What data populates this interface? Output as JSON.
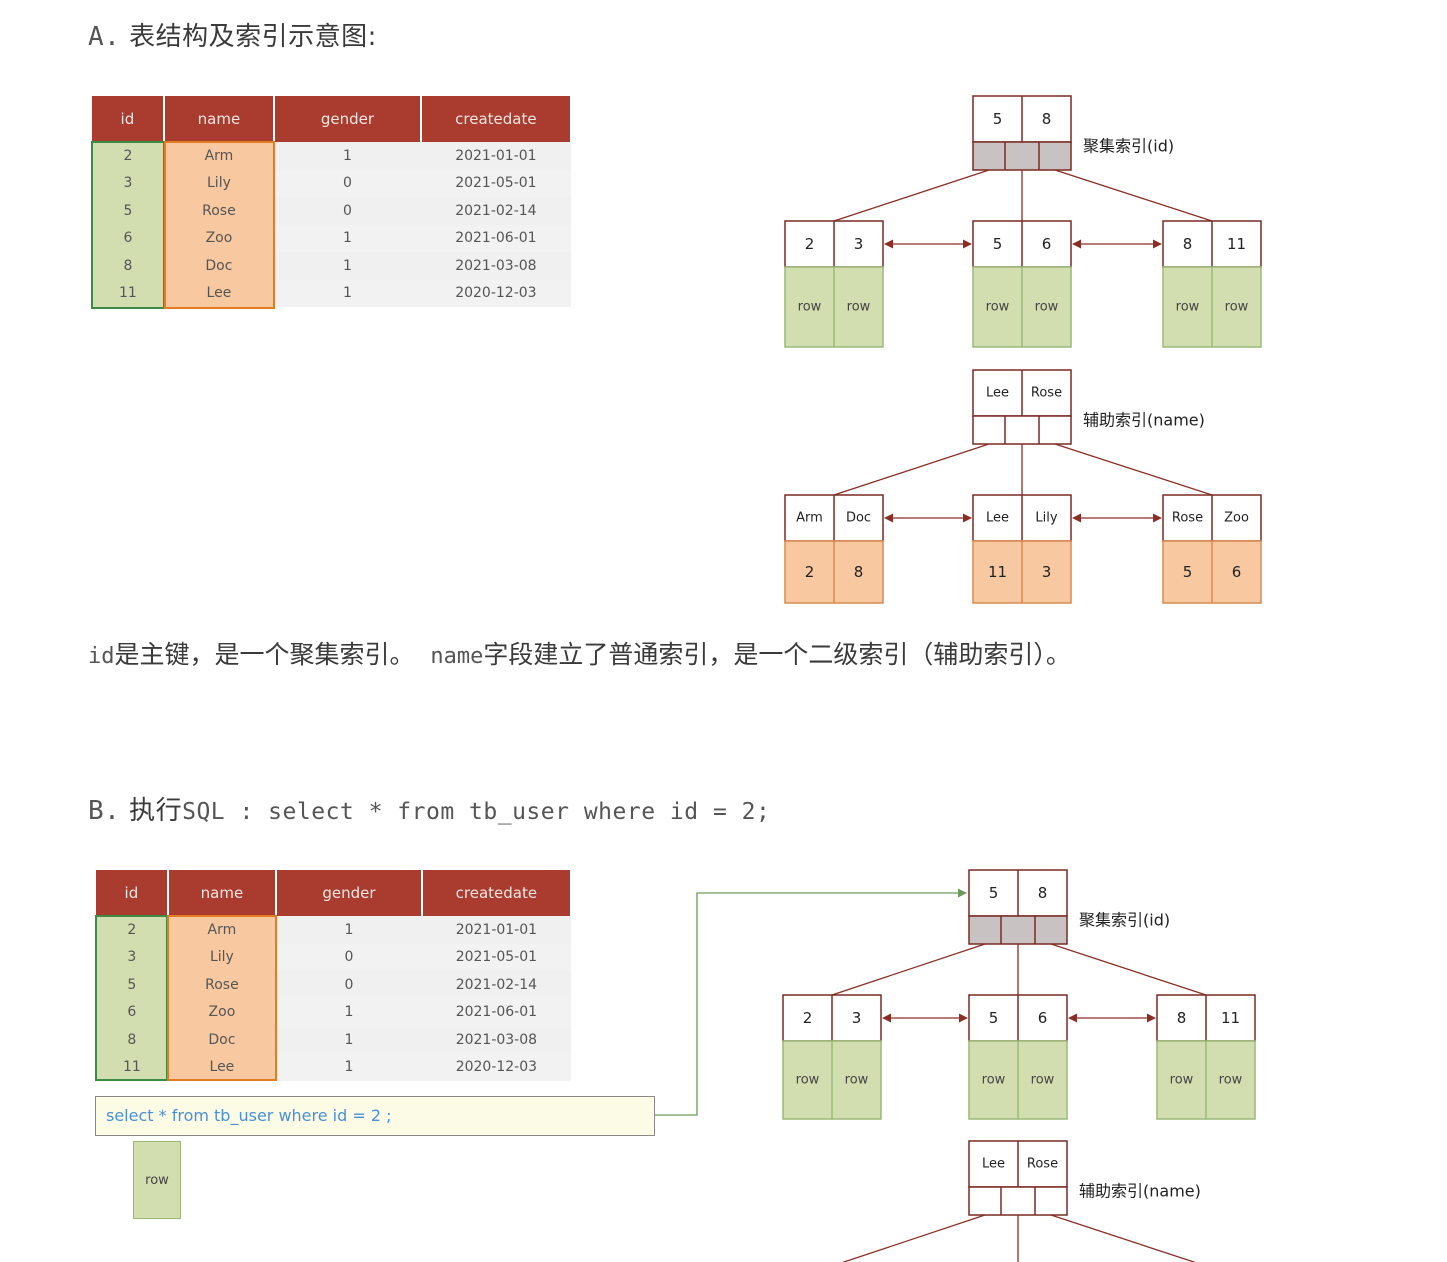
{
  "section_a": {
    "label": "A.",
    "title": "表结构及索引示意图:"
  },
  "paragraph": {
    "part1_code": "id",
    "part1_text": "是主键，是一个聚集索引。",
    "part2_code": "name",
    "part2_text": "字段建立了普通索引，是一个二级索引（辅助索引）。"
  },
  "section_b": {
    "label": "B.",
    "title_text": "执行",
    "title_code": "SQL : select * from tb_user where id = 2;"
  },
  "table": {
    "headers": [
      "id",
      "name",
      "gender",
      "createdate"
    ],
    "rows": [
      [
        "2",
        "Arm",
        "1",
        "2021-01-01"
      ],
      [
        "3",
        "Lily",
        "0",
        "2021-05-01"
      ],
      [
        "5",
        "Rose",
        "0",
        "2021-02-14"
      ],
      [
        "6",
        "Zoo",
        "1",
        "2021-06-01"
      ],
      [
        "8",
        "Doc",
        "1",
        "2021-03-08"
      ],
      [
        "11",
        "Lee",
        "1",
        "2020-12-03"
      ]
    ]
  },
  "clustered_index": {
    "label": "聚集索引(id)",
    "root_keys": [
      "5",
      "8"
    ],
    "leaves": [
      {
        "keys": [
          "2",
          "3"
        ],
        "values": [
          "row",
          "row"
        ]
      },
      {
        "keys": [
          "5",
          "6"
        ],
        "values": [
          "row",
          "row"
        ]
      },
      {
        "keys": [
          "8",
          "11"
        ],
        "values": [
          "row",
          "row"
        ]
      }
    ]
  },
  "secondary_index": {
    "label": "辅助索引(name)",
    "root_keys": [
      "Lee",
      "Rose"
    ],
    "leaves": [
      {
        "keys": [
          "Arm",
          "Doc"
        ],
        "values": [
          "2",
          "8"
        ]
      },
      {
        "keys": [
          "Lee",
          "Lily"
        ],
        "values": [
          "11",
          "3"
        ]
      },
      {
        "keys": [
          "Rose",
          "Zoo"
        ],
        "values": [
          "5",
          "6"
        ]
      }
    ]
  },
  "sql_box": {
    "query": "select * from tb_user where id = 2 ;",
    "result": "row"
  },
  "colors": {
    "header_red": "#a93c2f",
    "node_border": "#7a2a22",
    "id_green": "#d3deb0",
    "name_orange": "#f8c9a0",
    "pointer_gray": "#c9c2c2",
    "arrow_green": "#6c9a5a"
  }
}
